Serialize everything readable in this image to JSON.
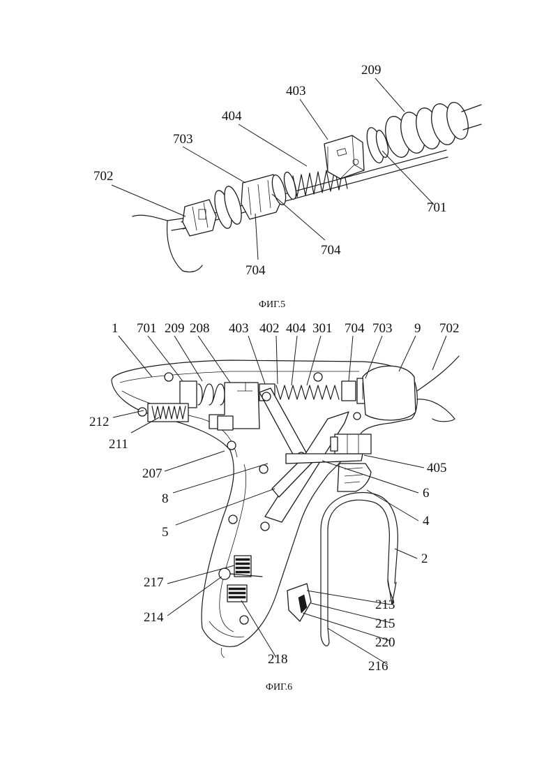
{
  "figures": [
    {
      "id": "fig5",
      "caption": "ФИГ.5",
      "labels": [
        "209",
        "403",
        "404",
        "703",
        "702",
        "701",
        "704",
        "704"
      ]
    },
    {
      "id": "fig6",
      "caption": "ФИГ.6",
      "labels_top": [
        "1",
        "701",
        "209",
        "208",
        "403",
        "402",
        "404",
        "301",
        "704",
        "703",
        "9",
        "702"
      ],
      "labels_left": [
        "212",
        "211",
        "207",
        "8",
        "5",
        "217",
        "214",
        "218"
      ],
      "labels_right": [
        "405",
        "6",
        "4",
        "2",
        "213",
        "215",
        "220",
        "216"
      ]
    }
  ]
}
